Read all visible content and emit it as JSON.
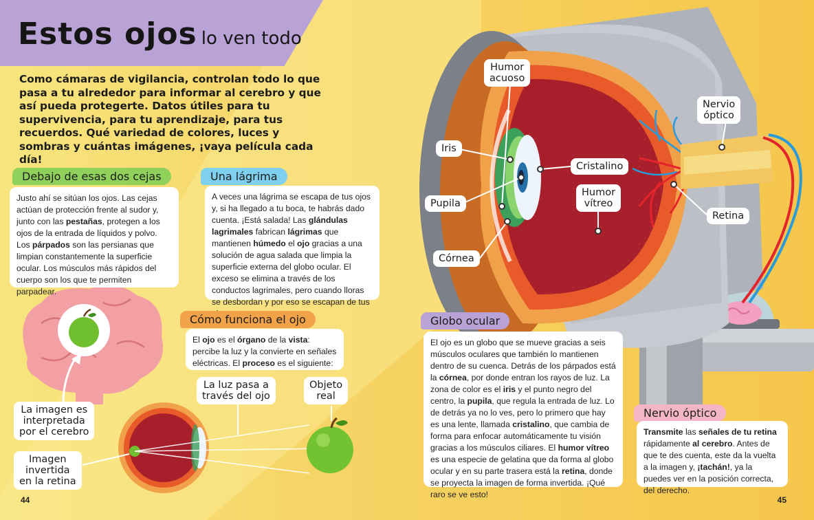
{
  "title": {
    "main": "Estos ojos",
    "sub": "lo ven todo"
  },
  "intro": "Como cámaras de vigilancia, controlan todo lo que pasa a tu alrededor para informar al cerebro y que así pueda protegerte. Datos útiles para tu supervivencia, para tu aprendizaje, para tus recuerdos. Qué variedad de colores, luces y sombras y cuántas imágenes, ¡vaya película cada día!",
  "sections": {
    "cejas": {
      "tag": "Debajo de esas dos cejas",
      "tag_color": "#8fd15a",
      "parts": [
        "Justo ahí se sitúan los ojos. Las cejas actúan de protección frente al sudor y, junto con las ",
        "pestañas",
        ", protegen a los ojos de la entrada de líquidos y polvo. Los ",
        "párpados",
        " son las persianas que limpian constantemente la superficie ocular. Los músculos más rápidos del cuerpo son los que te permiten parpadear."
      ]
    },
    "lagrima": {
      "tag": "Una lágrima",
      "tag_color": "#7fd0ef",
      "parts": [
        "A veces una lágrima se escapa de tus ojos y, si ha llegado a tu boca, te habrás dado cuenta. ¡Está salada! Las ",
        "glándulas lagrimales",
        " fabrican ",
        "lágrimas",
        " que mantienen ",
        "húmedo",
        " el ",
        "ojo",
        " gracias a una solución de agua salada que limpia la superficie externa del globo ocular. El exceso se elimina a través de los conductos lagrimales, pero cuando lloras se desbordan y por eso se escapan de tus ojos."
      ]
    },
    "funciona": {
      "tag": "Cómo funciona el ojo",
      "tag_color": "#f2a34a",
      "parts": [
        "El ",
        "ojo",
        " es el ",
        "órgano",
        " de la ",
        "vista",
        ": percibe la luz y la convierte en señales eléctricas. El ",
        "proceso",
        " es el siguiente:"
      ]
    },
    "globo": {
      "tag": "Globo ocular",
      "tag_color": "#b9a3d6",
      "parts": [
        "El ojo es un globo que se mueve gracias a seis músculos oculares que también lo mantienen dentro de su cuenca. Detrás de los párpados está la ",
        "córnea",
        ", por donde entran los rayos de luz. La zona de color es el ",
        "iris",
        " y el punto negro del centro, la ",
        "pupila",
        ", que regula la entrada de luz. Lo de detrás ya no lo ves, pero lo primero que hay es una lente, llamada ",
        "cristalino",
        ", que cambia de forma para enfocar automáticamente tu visión gracias a los músculos ciliares. El ",
        "humor vítreo",
        " es una especie de gelatina que da forma al globo ocular y en su parte trasera está la ",
        "retina",
        ", donde se proyecta la imagen de forma invertida. ¡Qué raro se ve esto!"
      ]
    },
    "nervio": {
      "tag": "Nervio óptico",
      "tag_color": "#f4b6c6",
      "parts": [
        "Transmite",
        " las ",
        "señales de tu retina",
        " rápidamente ",
        "al cerebro",
        ". Antes de que te des cuenta, este da la vuelta a la imagen y, ",
        "¡tachán!",
        ", ya la puedes ver en la posición correcta, del derecho."
      ]
    }
  },
  "diagram_labels": {
    "humor_acuoso": "Humor\nacuoso",
    "iris": "Iris",
    "pupila": "Pupila",
    "cornea": "Córnea",
    "cristalino": "Cristalino",
    "humor_vitreo": "Humor\nvítreo",
    "nervio_optico": "Nervio\nóptico",
    "retina": "Retina"
  },
  "process_labels": {
    "luz": "La luz pasa a\ntravés del ojo",
    "objeto": "Objeto\nreal",
    "cerebro": "La imagen es\ninterpretada\npor el cerebro",
    "invertida": "Imagen\ninvertida\nen la retina"
  },
  "page_numbers": {
    "left": "44",
    "right": "45"
  }
}
